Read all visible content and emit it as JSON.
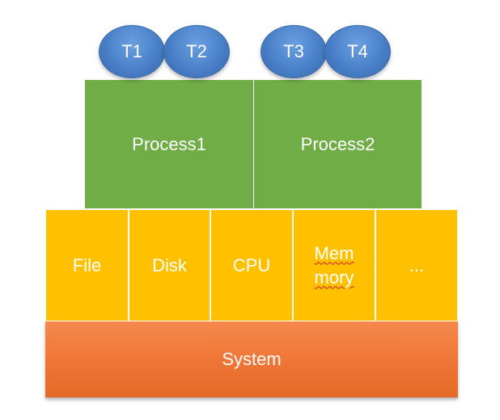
{
  "threads": [
    {
      "label": "T1"
    },
    {
      "label": "T2"
    },
    {
      "label": "T3"
    },
    {
      "label": "T4"
    }
  ],
  "processes": [
    {
      "label": "Process1"
    },
    {
      "label": "Process2"
    }
  ],
  "resources": [
    {
      "label": "File"
    },
    {
      "label": "Disk"
    },
    {
      "label": "CPU"
    },
    {
      "label_line1": "Mem",
      "label_line2": "mory"
    },
    {
      "label": "..."
    }
  ],
  "system": {
    "label": "System"
  },
  "colors": {
    "thread": "#4a80c8",
    "process": "#71ad47",
    "resource": "#ffc000",
    "system": "#ee7535"
  }
}
